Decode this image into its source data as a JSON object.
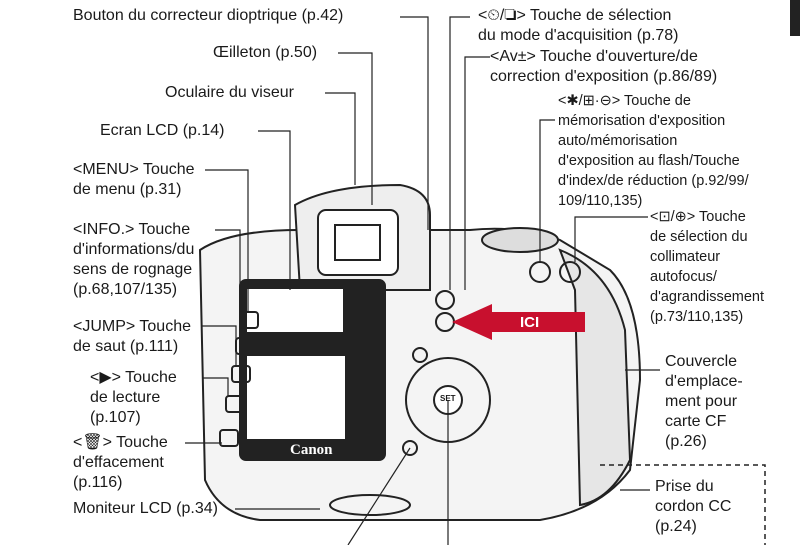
{
  "labels": {
    "dioptric": "Bouton du correcteur dioptrique (p.42)",
    "eyecup": "Œilleton (p.50)",
    "eyepiece": "Oculaire du viseur",
    "lcd_screen": "Ecran LCD (p.14)",
    "menu_1": "<MENU> Touche",
    "menu_2": "de menu (p.31)",
    "info_1": "<INFO.> Touche",
    "info_2": "d'informations/du",
    "info_3": "sens de rognage",
    "info_4": "(p.68,107/135)",
    "jump_1": "<JUMP> Touche",
    "jump_2": "de saut (p.111)",
    "play_1": "<▶> Touche",
    "play_2": "de lecture",
    "play_3": "(p.107)",
    "erase_1": "<🗑> Touche",
    "erase_2": "d'effacement",
    "erase_3": "(p.116)",
    "lcd_monitor": "Moniteur LCD (p.34)",
    "drive_1": "<⏲/❏> Touche de sélection",
    "drive_2": "du mode d'acquisition (p.78)",
    "av_1": "<Av±> Touche d'ouverture/de",
    "av_2": "correction d'exposition (p.86/89)",
    "ae_1": "<✱/⊞·⊖> Touche de",
    "ae_2": "mémorisation d'exposition",
    "ae_3": "auto/mémorisation",
    "ae_4": "d'exposition au flash/Touche",
    "ae_5": "d'index/de réduction (p.92/99/",
    "ae_6": "109/110,135)",
    "af_1": "<⊡/⊕> Touche",
    "af_2": "de sélection du",
    "af_3": "collimateur",
    "af_4": "autofocus/",
    "af_5": "d'agrandissement",
    "af_6": "(p.73/110,135)",
    "cf_1": "Couvercle",
    "cf_2": "d'emplace-",
    "cf_3": "ment pour",
    "cf_4": "carte CF",
    "cf_5": "(p.26)",
    "dc_1": "Prise du",
    "dc_2": "cordon CC",
    "dc_3": "(p.24)"
  },
  "camera": {
    "brand": "Canon",
    "set_button": "SET"
  },
  "callout": {
    "text": "ICI",
    "color": "#c8102e"
  }
}
